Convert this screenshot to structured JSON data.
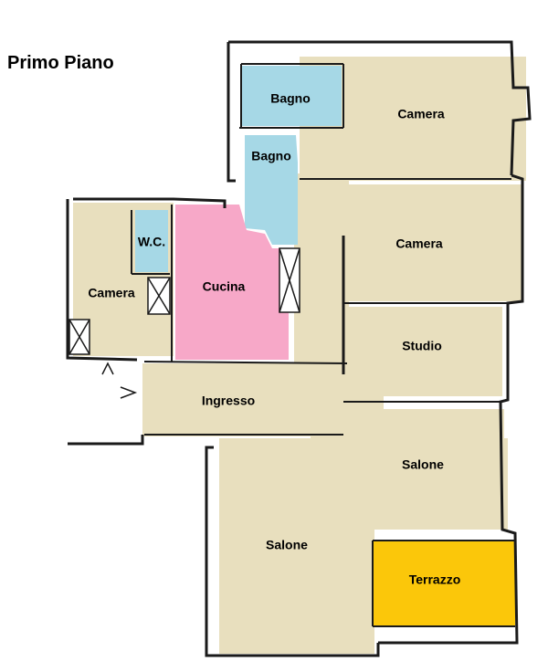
{
  "title": "Primo Piano",
  "colors": {
    "room_beige": "#e8dfbe",
    "bathroom_blue": "#a6d8e6",
    "kitchen_pink": "#f7a8c8",
    "terrace_yellow": "#fbc70a",
    "wall": "#1a1a1a"
  },
  "rooms": {
    "bagno_top": "Bagno",
    "bagno_mid": "Bagno",
    "camera_top": "Camera",
    "camera_mid": "Camera",
    "wc": "W.C.",
    "camera_left": "Camera",
    "cucina": "Cucina",
    "studio": "Studio",
    "ingresso": "Ingresso",
    "salone_right": "Salone",
    "salone_main": "Salone",
    "terrazzo": "Terrazzo"
  }
}
